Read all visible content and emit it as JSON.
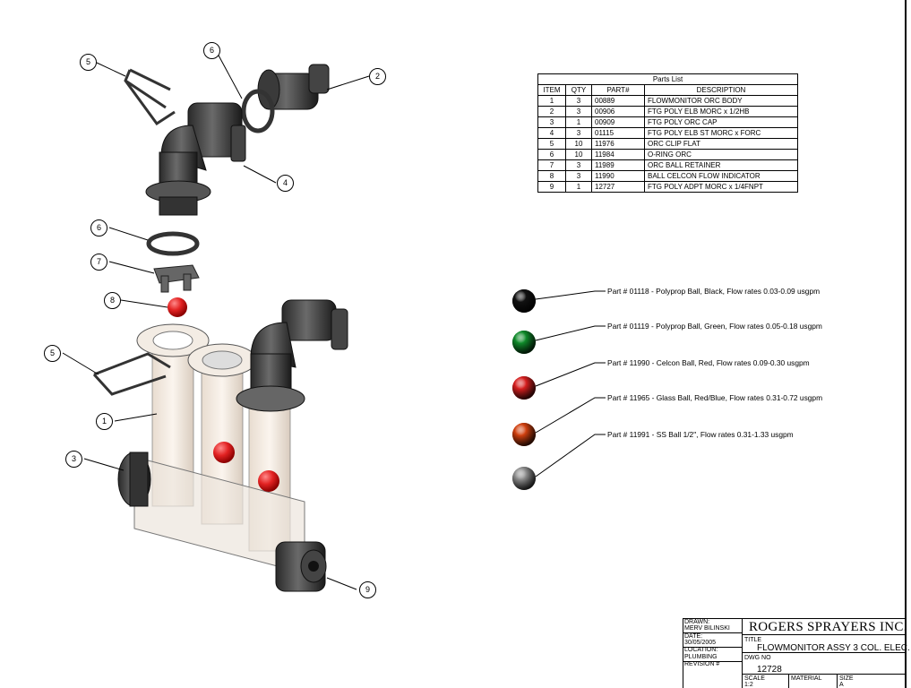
{
  "parts_list": {
    "title": "Parts List",
    "headers": [
      "ITEM",
      "QTY",
      "PART#",
      "DESCRIPTION"
    ],
    "rows": [
      [
        "1",
        "3",
        "00889",
        "FLOWMONITOR ORC BODY"
      ],
      [
        "2",
        "3",
        "00906",
        "FTG POLY ELB MORC x 1/2HB"
      ],
      [
        "3",
        "1",
        "00909",
        "FTG POLY ORC CAP"
      ],
      [
        "4",
        "3",
        "01115",
        "FTG POLY ELB ST MORC x FORC"
      ],
      [
        "5",
        "10",
        "11976",
        "ORC CLIP FLAT"
      ],
      [
        "6",
        "10",
        "11984",
        "O-RING ORC"
      ],
      [
        "7",
        "3",
        "11989",
        "ORC BALL RETAINER"
      ],
      [
        "8",
        "3",
        "11990",
        "BALL CELCON FLOW INDICATOR"
      ],
      [
        "9",
        "1",
        "12727",
        "FTG POLY ADPT MORC x 1/4FNPT"
      ]
    ]
  },
  "balls": [
    {
      "label": "Part # 01118 - Polyprop Ball, Black, Flow rates 0.03-0.09 usgpm",
      "color": "#111111"
    },
    {
      "label": "Part # 01119 - Polyprop Ball, Green, Flow rates 0.05-0.18 usgpm",
      "color": "#0f8a2a"
    },
    {
      "label": "Part # 11990 - Celcon Ball, Red, Flow rates 0.09-0.30 usgpm",
      "color": "#d61f1f"
    },
    {
      "label": "Part # 11965 - Glass Ball, Red/Blue, Flow rates 0.31-0.72 usgpm",
      "color": "#d0400f"
    },
    {
      "label": "Part # 11991 - SS Ball 1/2\", Flow rates 0.31-1.33 usgpm",
      "color": "#8e8e8e"
    }
  ],
  "balloons": [
    "5",
    "6",
    "2",
    "4",
    "6",
    "7",
    "8",
    "5",
    "1",
    "3",
    "9"
  ],
  "title_block": {
    "drawn_label": "DRAWN:",
    "drawn_value": "MERV BILINSKI",
    "date_label": "DATE:",
    "date_value": "30/05/2005",
    "location_label": "LOCATION:",
    "location_value": "PLUMBING",
    "revision_label": "REVISION #",
    "company": "ROGERS SPRAYERS INC.",
    "title_label": "TITLE",
    "title_value": "FLOWMONITOR ASSY 3 COL. ELEC.",
    "dwg_label": "DWG NO",
    "dwg_value": "12728",
    "scale_label": "SCALE",
    "scale_value": "1:2",
    "material_label": "MATERIAL",
    "size_label": "SIZE",
    "size_value": "A"
  }
}
